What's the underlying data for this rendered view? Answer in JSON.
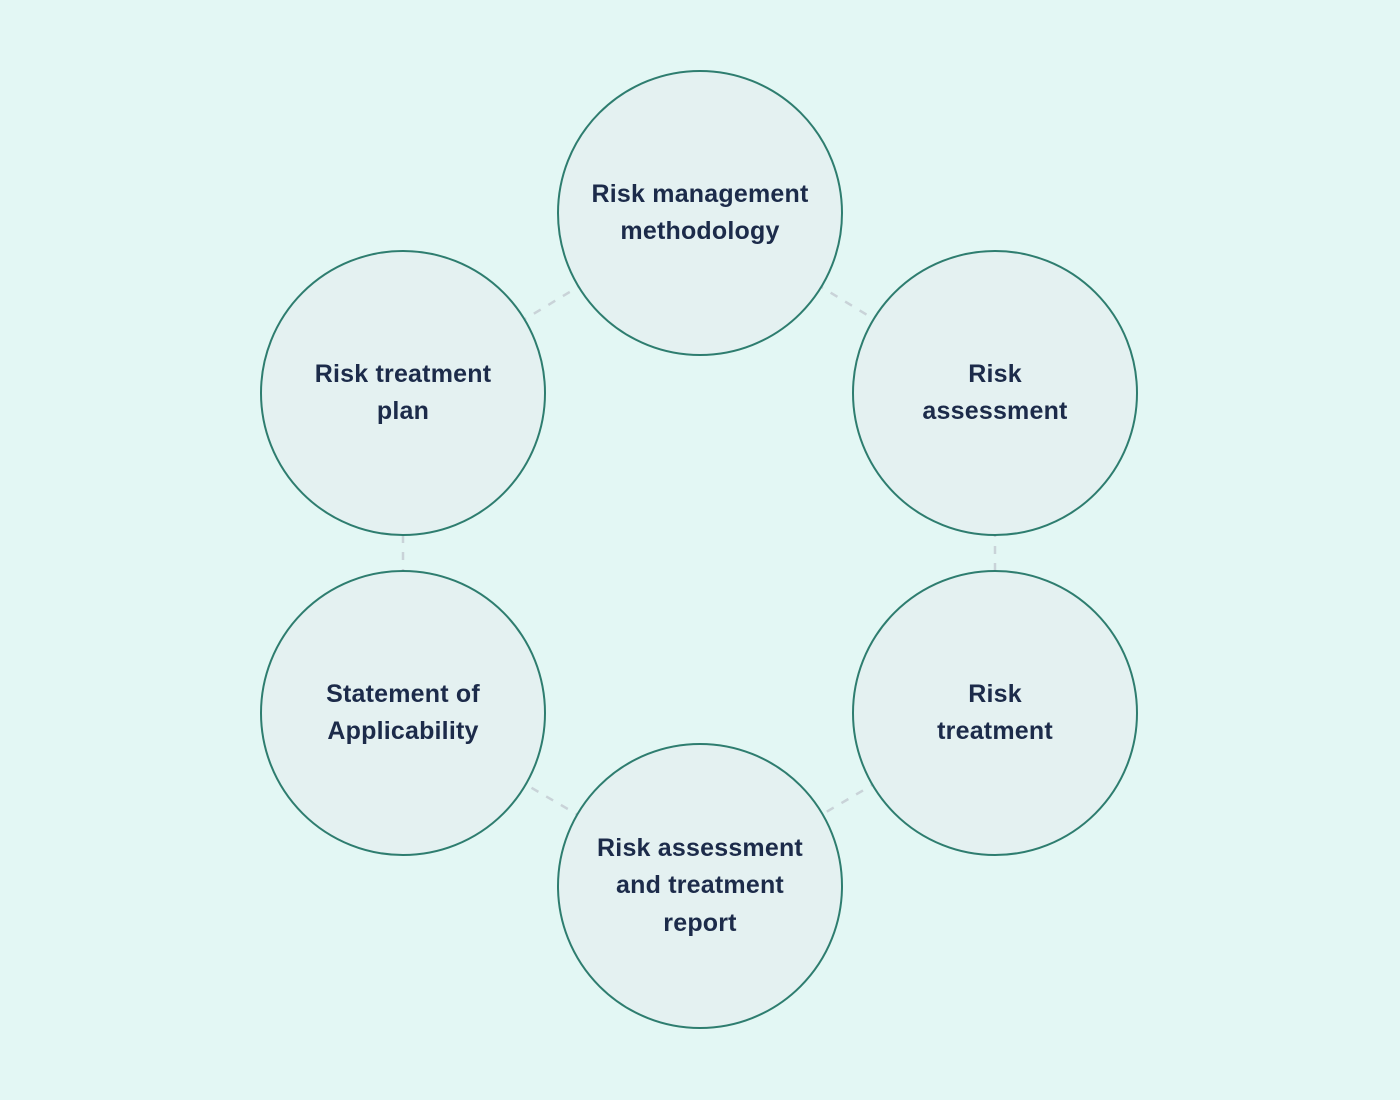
{
  "diagram": {
    "nodes": [
      {
        "id": "risk-management-methodology",
        "label": "Risk management\nmethodology"
      },
      {
        "id": "risk-assessment",
        "label": "Risk\nassessment"
      },
      {
        "id": "risk-treatment",
        "label": "Risk\ntreatment"
      },
      {
        "id": "risk-assessment-and-treatment-report",
        "label": "Risk assessment\nand treatment\nreport"
      },
      {
        "id": "statement-of-applicability",
        "label": "Statement of\nApplicability"
      },
      {
        "id": "risk-treatment-plan",
        "label": "Risk treatment\nplan"
      }
    ],
    "colors": {
      "background": "#e3f7f4",
      "node_fill": "#e4f1f1",
      "node_border": "#2e7d6f",
      "text": "#1c2b4a",
      "connector": "#c9d3d8"
    }
  }
}
